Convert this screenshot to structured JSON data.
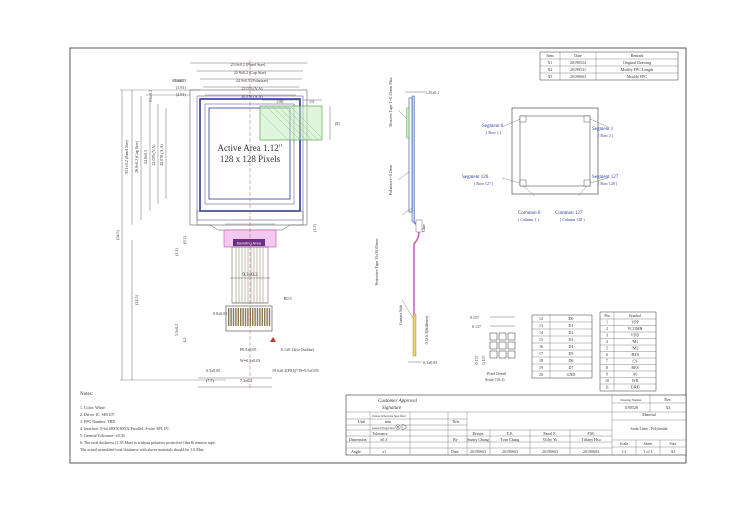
{
  "front_view": {
    "dim_panel": "25.9±0.2 (Panel Size)",
    "dim_cap": "25.9±0.2 (Cap Size)",
    "dim_pol": "24.9±0.5 (Polarizer)",
    "dim_va": "22.076 (V.A)",
    "dim_aa": "20.076 (A.A)",
    "dim_1": "0.5±0.5",
    "dim_2": "(1.91)",
    "dim_3": "(2.91)",
    "dim_10": "(10)",
    "dim_5": "(5)",
    "dim_8": "(8)",
    "vdim_1": "30.1±0.2 (Panel Size)",
    "vdim_2": "26.9±0.2 (Cap Size)",
    "vdim_3": "24.9±0.5",
    "vdim_4": "22.076 (V.A)",
    "vdim_5": "20.076 (A.A)",
    "vdim_total": "(54.5)",
    "vdim_fpc": "(24.5)",
    "vdim_a": "5.6±0.5",
    "vdim_b": "0.5±0.5",
    "vdim_c": "(1.2)",
    "vdim_d": "(0.3)",
    "vdim_e": "(1.5)",
    "vdim_f": "3.5±0.2",
    "vdim_g": "4.5",
    "active_area": "Active Area 1.12\"",
    "pixels": "128 x 128 Pixels",
    "bending_label": "Bending Area",
    "dim_fpc_w": "9.3±0.2",
    "dim_pitch": "P0.5±0.05",
    "dim_w": "W=0.3±0.02",
    "dim_len": "19.5±0.2(P0.5)*19=9.5±0.05",
    "dim_b1": "0.5±0.05",
    "dim_b2": "(7.7)",
    "dim_b3": "0.8±0.05",
    "dim_b4": "7.3±0.2",
    "dim_r": "R0.5",
    "dim_out": "0.1±0.12(to Outline)"
  },
  "side_view": {
    "dim_top": "1.25±0.1",
    "remove_tape": "Remove Tape T=0.15mm Max",
    "polarizer": "Polarizer t=0.2mm",
    "protective": "Protective Tape 15x30.05mm",
    "contact": "Contact Side",
    "stiffener": "0.5±0.3(Stiffener)",
    "glue": "Glue",
    "dim_bottom": "0.3±0.05"
  },
  "pixel_map": {
    "seg0": "Segment 0",
    "row1": "( Row 1 )",
    "seg1": "Segment 1",
    "row2": "( Row 2 )",
    "seg126": "Segment 126",
    "row127": "( Row 127 )",
    "seg127": "Segment 127",
    "row128": "( Row 128 )",
    "com0": "Common 0",
    "col1": "( Column 1 )",
    "com127": "Common  127",
    "col128": "( Column 128 )"
  },
  "pixel_detail": {
    "d1": "0.157",
    "d2": "0.137",
    "d3": "0.137",
    "d4": "0.157",
    "caption1": "Pixel Detail",
    "caption2": "Scale (10:1)"
  },
  "pin_table_left": {
    "rows": [
      [
        "12",
        "D0"
      ],
      [
        "13",
        "D1"
      ],
      [
        "14",
        "D2"
      ],
      [
        "15",
        "D3"
      ],
      [
        "16",
        "D4"
      ],
      [
        "17",
        "D5"
      ],
      [
        "18",
        "D6"
      ],
      [
        "19",
        "D7"
      ],
      [
        "20",
        "GND"
      ]
    ]
  },
  "pin_table_right": {
    "header": [
      "Pin",
      "Symbol"
    ],
    "rows": [
      [
        "1",
        "VPP"
      ],
      [
        "2",
        "VCOMH"
      ],
      [
        "3",
        "VDD"
      ],
      [
        "4",
        "/M1"
      ],
      [
        "5",
        "/M2"
      ],
      [
        "6",
        "/RES"
      ],
      [
        "7",
        "CS"
      ],
      [
        "8",
        "RES"
      ],
      [
        "9",
        "A0"
      ],
      [
        "10",
        "WR"
      ],
      [
        "11",
        "E/RD"
      ]
    ]
  },
  "revisions": {
    "header": [
      "Item",
      "Date",
      "Remark"
    ],
    "rows": [
      [
        "X1",
        "20190524",
        "Original Drawing"
      ],
      [
        "X2",
        "20190531",
        "Modify FPC Length"
      ],
      [
        "X3",
        "20190603",
        "Modify FPC"
      ]
    ]
  },
  "notes": {
    "title": "Notes:",
    "lines": [
      "1. Color: White",
      "2. Driver IC: SH1107",
      "3. FPC Number: TBD",
      "4. Interface: 8-bit 68XX/80XX Parallel, 4-wire SPI, I²C",
      "5. General Tolerance: ±0.30",
      "6. The total thickness (1.35 Max) is without polarizer protective film & remove tape.",
      "   The actual assembled total thickness with above materials should be 1.6 Max."
    ]
  },
  "title_block": {
    "approval": "Customer Approval",
    "signature": "Signature",
    "unit_label": "Unit",
    "unit_val": "mm",
    "title_label": "Title",
    "tolerance": "Tolerance",
    "dimension": "Dimension",
    "dim_tol": "±0.3",
    "angle": "Angle",
    "angle_tol": "±1",
    "by": "By",
    "date": "Date",
    "drawn": "Drawn",
    "ee": "E.E.",
    "panel": "Panel  E.",
    "pm": "P.M.",
    "drawn_name": "Sunny Chang",
    "ee_name": "Tom Chang",
    "panel_name": "Vicky Yu",
    "pm_name": "Tiffany Hsu",
    "drawn_date": "20190603",
    "ee_date": "20190603",
    "panel_date": "20190603",
    "pm_date": "20190603",
    "drawing_number": "Drawing Number",
    "rev": "Rev.",
    "number": "1190528",
    "rev_val": "X3",
    "material": "Material",
    "material_val": "Soda Lime / Polyimide",
    "scale": "Scale",
    "sheet": "Sheet",
    "size": "Size",
    "scale_val": "1:1",
    "sheet_val": "1 of 1",
    "size_val": "A3",
    "small_a": "Unless Otherwise Specified",
    "small_b": "General Projection"
  },
  "colors": {
    "blue_frame": "#2d3a9e",
    "purple_frame": "#6a5a9a",
    "green_tape": "#7fc97f",
    "fpc": "#8a7a55",
    "magenta": "#d77ad0",
    "red": "#c0392b"
  }
}
